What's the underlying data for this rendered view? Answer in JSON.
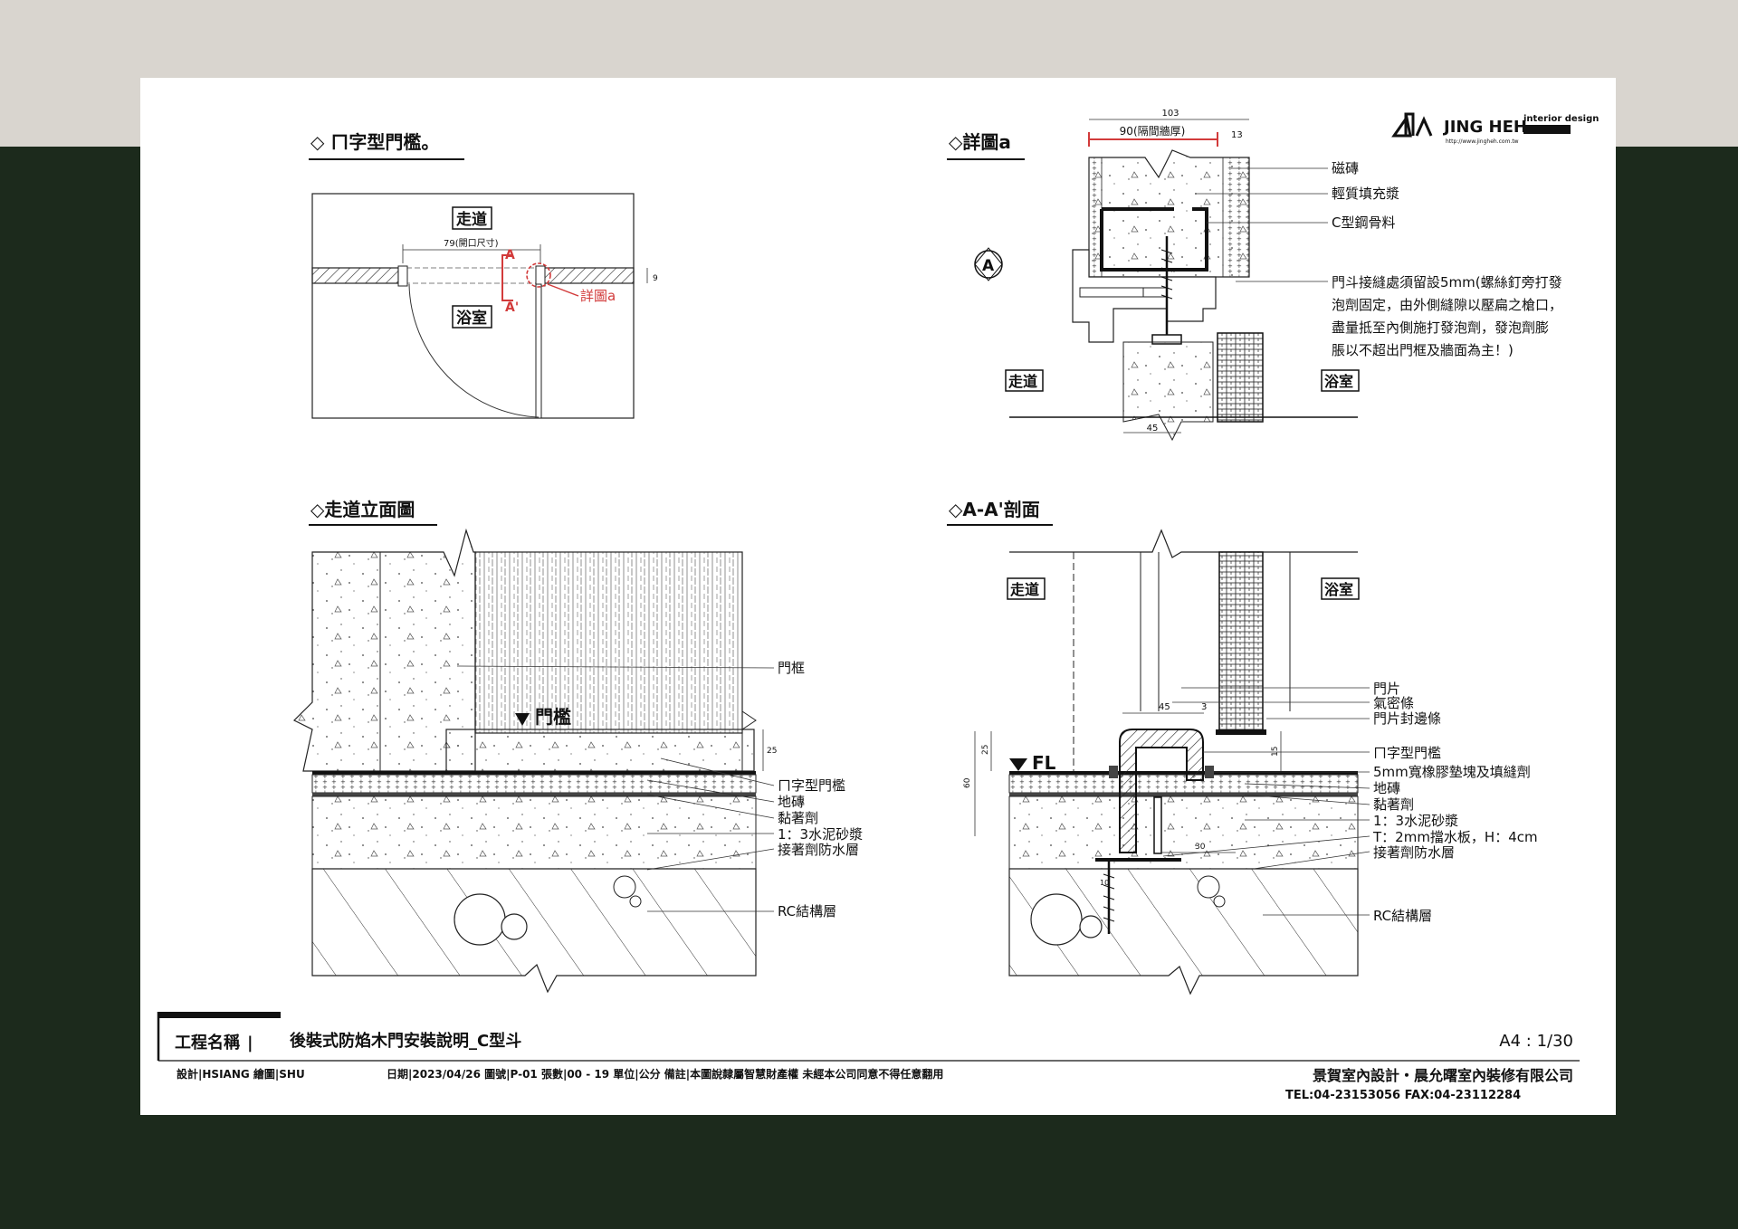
{
  "colors": {
    "bg_top": "#d9d5cf",
    "bg_main": "#1c2a1c",
    "sheet": "#ffffff",
    "ink": "#111111",
    "red": "#d23b3b"
  },
  "brand": {
    "name": "JING HEH",
    "tagline": "interior design",
    "url": "http://www.jingheh.com.tw"
  },
  "panel1": {
    "title": "◇ ㄇ字型門檻。",
    "corridor": "走道",
    "bathroom": "浴室",
    "dim_opening": "79(開口尺寸)",
    "dim_wall": "9",
    "sec_a": "A",
    "sec_a2": "A'",
    "detail_ref": "詳圖a"
  },
  "panel2": {
    "title": "◇詳圖a",
    "dim_total": "103",
    "dim_wall": "90(隔間牆厚)",
    "dim_side": "13",
    "dim_bottom": "45",
    "marker": "A",
    "labels": [
      "磁磚",
      "輕質填充漿",
      "C型鋼骨料"
    ],
    "note_lines": [
      "門斗接縫處須留設5mm(螺絲釘旁打發",
      "泡劑固定，由外側縫隙以壓扁之槍口，",
      "盡量抵至內側施打發泡劑，發泡劑膨",
      "脹以不超出門框及牆面為主！)"
    ],
    "corridor": "走道",
    "bathroom": "浴室"
  },
  "panel3": {
    "title": "◇走道立面圖",
    "threshold": "門檻",
    "dim_25": "25",
    "labels": [
      "門框",
      "ㄇ字型門檻",
      "地磚",
      "黏著劑",
      "1：3水泥砂漿",
      "接著劑防水層",
      "RC結構層"
    ]
  },
  "panel4": {
    "title": "◇A-A'剖面",
    "corridor": "走道",
    "bathroom": "浴室",
    "fl": "FL",
    "dim_45": "45",
    "dim_3": "3",
    "dim_25": "25",
    "dim_60": "60",
    "dim_15": "15",
    "dim_30": "30",
    "dim_10": "10",
    "labels": [
      "門片",
      "氣密條",
      "門片封邊條",
      "ㄇ字型門檻",
      "5mm寬橡膠墊塊及填縫劑",
      "地磚",
      "黏著劑",
      "1：3水泥砂漿",
      "T：2mm擋水板，H：4cm",
      "接著劑防水層",
      "RC結構層"
    ]
  },
  "titleblock": {
    "project_label": "工程名稱",
    "project_name": "後裝式防焰木門安裝說明_C型斗",
    "sheet_no": "A4 : 1/30",
    "info": "設計|HSIANG  繪圖|SHU",
    "meta": "日期|2023/04/26  圖號|P-01  張數|00 - 19  單位|公分  備註|本圖說隸屬智慧財產權 未經本公司同意不得任意翻用",
    "company": "景賀室內設計・晨允曙室內裝修有限公司",
    "contact": "TEL:04-23153056  FAX:04-23112284"
  }
}
